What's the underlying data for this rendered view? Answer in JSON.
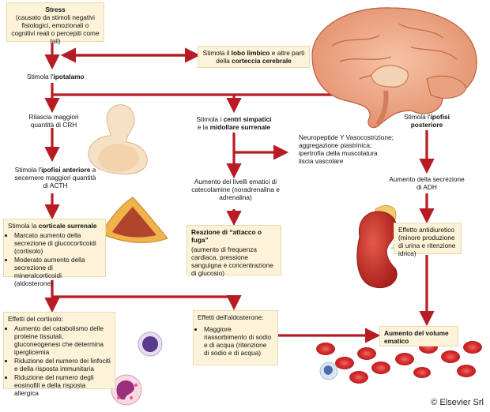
{
  "stress": {
    "title": "Stress",
    "detail": "(causato da stimoli negativi fisiologici, emozionali o cognitivi reali o percepiti come tali)"
  },
  "limbic": {
    "p1": "Stimola il ",
    "b1": "lobo limbico",
    "p2": " e altre parti della ",
    "b2": "corteccia cerebrale"
  },
  "hypothalamus": {
    "p1": "Stimola l'",
    "b1": "ipotalamo"
  },
  "crh": "Rilascia maggiori quantità di CRH",
  "anterior_pituitary": {
    "p1": "Stimola l'",
    "b1": "ipofisi anteriore",
    "p2": " a secernere maggiori quantità di ACTH"
  },
  "sympathetic": {
    "p1": "Stimola i ",
    "b1": "centri simpatici",
    "p2": " e la ",
    "b2": "midollare surrenale"
  },
  "posterior_pituitary": {
    "p1": "Stimola l'",
    "b1": "ipofisi posteriore"
  },
  "neuropeptide": "Neuropeptide Y Vasocostrizione; aggregazione piastrinica; ipertrofia della muscolatura liscia vascolare",
  "catecholamines": "Aumento dei livelli ematici di catecolamine (noradrenalina e adrenalina)",
  "adh": "Aumento della secrezione di ADH",
  "cortex": {
    "p1": "Stimola la ",
    "b1": "corticale surrenale",
    "items": [
      "Marcato aumento della secrezione di glucocorticoidi (cortisolo)",
      "Moderato aumento della secrezione di mineralcorticoidi (aldosterone)"
    ]
  },
  "fight_flight": {
    "title": "Reazione di “attacco o fuga”",
    "detail": "(aumento di frequenza cardiaca, pressione sanguigna e concentrazione di glucosio)"
  },
  "antidiuretic": "Effetto antidiuretico (minore produzione di urina e ritenzione idrica)",
  "cortisol": {
    "title": "Effetti del cortisolo:",
    "items": [
      "Aumento del catabolismo delle proteine tissutali, gluconeogenesi che determina iperglicemia",
      "Riduzione del numero dei linfociti e della risposta immunitaria",
      "Riduzione del numero degli eosinofili e della risposta allergica"
    ]
  },
  "aldosterone": {
    "title": "Effetti dell'aldosterone:",
    "items": [
      "Maggiore riassorbimento di sodio e di acqua (ritenzione di sodio e di acqua)"
    ]
  },
  "blood_volume": "Aumento del volume ematico",
  "copyright": "© Elsevier Srl",
  "colors": {
    "arrow": "#b71c24",
    "box": "#fdf3d9"
  }
}
